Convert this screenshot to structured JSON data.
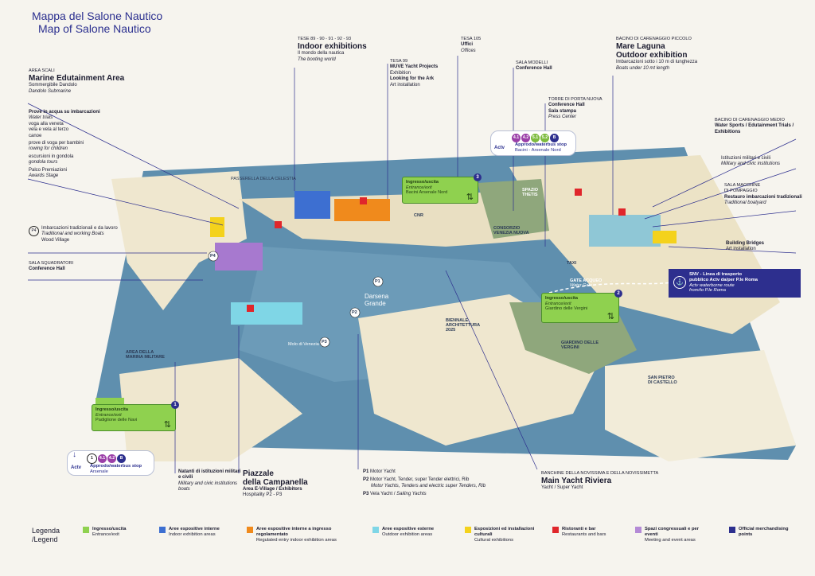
{
  "header": {
    "title_it": "Mappa del Salone Nautico",
    "title_en": "Map of Salone Nautico"
  },
  "labels": {
    "area_scali": {
      "cap": "AREA SCALI",
      "h": "Marine Edutainment Area",
      "l1": "Sommergibile Dandolo",
      "l2": "Dandolo Submarine"
    },
    "prove": {
      "b": "Prove in acqua su imbarcazioni",
      "i": "Water trials",
      "l1": "voga alla veneta",
      "l2": "vela e vela al terzo",
      "l3": "canoe",
      "l4": "prove di voga per bambini",
      "l5": "rowing for children",
      "l6": "escursioni in gondola",
      "l7": "gondola tours",
      "l8": "Palco Premiazioni",
      "l9": "Awards Stage"
    },
    "p4": {
      "b": "Imbarcazioni tradizionali e da lavoro",
      "i": "Traditional and working Boats",
      "l1": "Wood Village"
    },
    "squadratori": {
      "cap": "SALA SQUADRATORI",
      "b": "Conference Hall"
    },
    "tese89": {
      "cap": "TESE 89 - 90 - 91 - 92 - 93",
      "h": "Indoor exhibitions",
      "l1": "Il mondo della nautica",
      "l2": "The booting world"
    },
    "tesa99": {
      "cap": "TESA 99",
      "b": "MUVE Yacht Projects",
      "l1": "Exhibition",
      "b2": "Looking for the Ark",
      "l2": "Art installation"
    },
    "tesa105": {
      "cap": "TESA 105",
      "b": "Uffici",
      "i": "Offices"
    },
    "sala_modelli": {
      "cap": "SALA MODELLI",
      "b": "Conference Hall"
    },
    "torre": {
      "cap": "TORRE DI PORTA NUOVA",
      "b": "Conference Hall",
      "b2": "Sala stampa",
      "i": "Press Center"
    },
    "bacino_piccolo": {
      "cap": "BACINO DI CARENAGGIO PICCOLO",
      "h1": "Mare Laguna",
      "h2": "Outdoor exhibition",
      "l1": "Imbarcazioni sotto i 10 m di lunghezza",
      "l2": "Boats under 10 mt length"
    },
    "bacino_medio": {
      "cap": "BACINO DI CARENAGGIO MEDIO",
      "b": "Water Sports / Edutainment Trials / Exhibitions"
    },
    "istituzioni": {
      "l1": "Istituzioni militari e civili",
      "i": "Military and civic institutions"
    },
    "sala_macchine": {
      "cap1": "SALA MACCHINE",
      "cap2": "DI POMPAGGIO",
      "b": "Restauro imbarcazioni tradizionali",
      "i": "Traditional boatyard"
    },
    "building": {
      "b": "Building Bridges",
      "l1": "Art installation"
    },
    "natanti": {
      "b": "Natanti di istituzioni militari e civili",
      "i": "Military and civic institutions boats"
    },
    "piazzale": {
      "h1": "Piazzale",
      "h2": "della Campanella",
      "b": "Area E-Village / Exhibitors",
      "l1": "Hospitality P2 - P3"
    },
    "yachts": {
      "p1": "Motor Yacht",
      "p2a": "Motor Yacht, Tender, super Tender elettrici, Rib",
      "p2b": "Motor Yachts, Tenders and electric super Tenders, Rib",
      "p3a": "Vela Yacht",
      "p3b": "Sailing Yachts"
    },
    "banchine": {
      "cap": "BANCHINE DELLA NOVISSIMA E DELLA NOVISSIMETTA",
      "h": "Main Yacht Riviera",
      "l1": "Yacht / Super Yacht"
    }
  },
  "entries": {
    "e1": {
      "num": "1",
      "l1": "Ingresso/uscita",
      "l2": "Entrance/exit",
      "l3": "Padiglione delle Navi"
    },
    "e2": {
      "num": "2",
      "l1": "Ingresso/uscita",
      "l2": "Entrance/exit",
      "l3": "Giardino",
      "l4": "delle Vergini"
    },
    "e3": {
      "num": "3",
      "l1": "Ingresso/uscita",
      "l2": "Entrance/exit",
      "l3": "Bacini Arsenale Nord"
    }
  },
  "stops": {
    "arsenale": {
      "lines": [
        "1",
        "4.1",
        "4.2",
        "B"
      ],
      "b": "Approdo/waterbus stop",
      "l": "Arsenale",
      "brand": "Actv"
    },
    "nord": {
      "lines": [
        "4.1",
        "4.2",
        "5.1",
        "5.2",
        "B"
      ],
      "b": "Approdo/waterbus stop",
      "l": "Bacini - Arsenale Nord",
      "brand": "Actv"
    }
  },
  "line_colors": {
    "1": "#ffffff",
    "4.1": "#9b3fa8",
    "4.2": "#9b3fa8",
    "5.1": "#7dbb3f",
    "5.2": "#7dbb3f",
    "B": "#2d2f8e"
  },
  "snv": {
    "b1": "SNV - Linea di trasporto",
    "b2": "pubblico Actv da/per P.le Roma",
    "i1": "Actv waterborne route",
    "i2": "from/to P.le Roma"
  },
  "map_labels": {
    "darsena1": "Darsena",
    "darsena2": "Grande",
    "biennale1": "BIENNALE",
    "biennale2": "ARCHITETTURA",
    "biennale3": "2025",
    "giardino1": "GIARDINO DELLE",
    "giardino2": "VERGINI",
    "spazio1": "SPAZIO",
    "spazio2": "THETIS",
    "sanpietro1": "SAN PIETRO",
    "sanpietro2": "DI CASTELLO",
    "marina1": "AREA DELLA",
    "marina2": "MARINA MILITARE",
    "cnr": "CNR",
    "consorzio1": "CONSORZIO",
    "consorzio2": "VENEZIA NUOVA",
    "celestia": "PASSERELLA DELLA CELESTIA",
    "gate1": "GATE ACQUEO",
    "gate2": "Water Gate",
    "molo": "Molo di Venezia",
    "taxi": "TAXI",
    "p1": "P1",
    "p2": "P2",
    "p3": "P3",
    "p4": "P4"
  },
  "legend": {
    "title1": "Legenda",
    "title2": "/Legend",
    "items": [
      {
        "b": "Ingresso/uscita",
        "l": "Entrance/exit",
        "color": "#8fd14f"
      },
      {
        "b": "Aree espositive interne",
        "l": "Indoor exhibition areas",
        "color": "#3d6fd1"
      },
      {
        "b": "Aree espositive interne a ingresso regolamentato",
        "l": "Regulated entry indoor exhibition areas",
        "color": "#f08a1c"
      },
      {
        "b": "Aree espositive esterne",
        "l": "Outdoor exhibition areas",
        "color": "#7fd6e6"
      },
      {
        "b": "Esposizioni ed installazioni culturali",
        "l": "Cultural exhibitions",
        "color": "#f4d21c"
      },
      {
        "b": "Ristoranti e bar",
        "l": "Restaurants and bars",
        "color": "#e0262b"
      },
      {
        "b": "Spazi congressuali e per eventi",
        "l": "Meeting and event areas",
        "color": "#b48ad6"
      },
      {
        "b": "Official merchandising points",
        "l": "",
        "color": "#2d2f8e"
      }
    ]
  }
}
